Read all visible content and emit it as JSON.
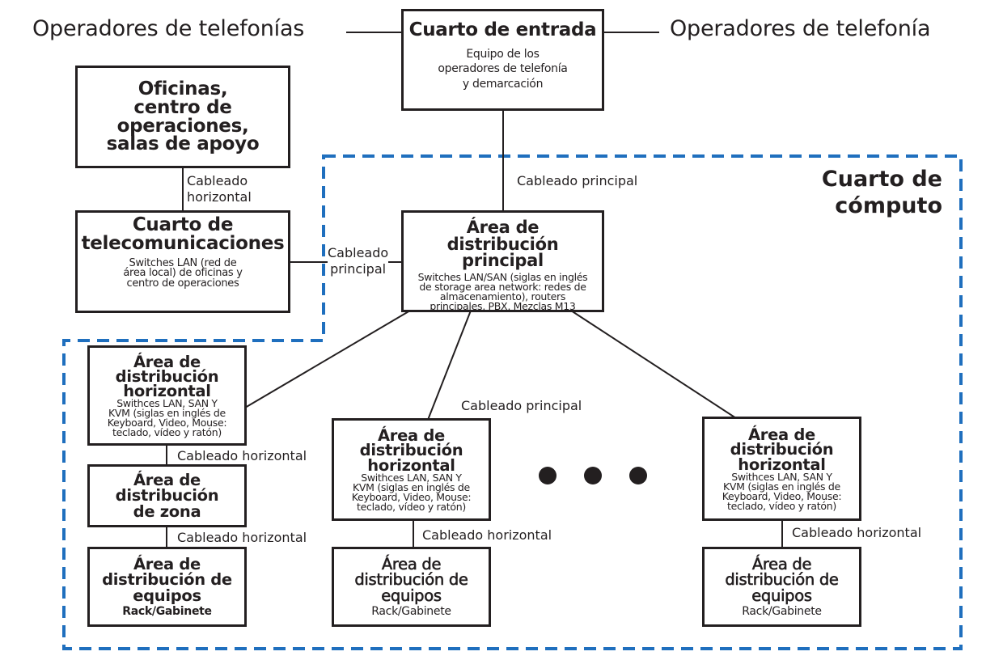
{
  "colors": {
    "line": "#231f20",
    "region_border": "#1f6fbe"
  },
  "outside": {
    "left_operator": "Operadores de telefonías",
    "right_operator": "Operadores de telefonía"
  },
  "region": {
    "title_line1": "Cuarto de",
    "title_line2": "cómputo"
  },
  "nodes": {
    "entrance_room": {
      "title": "Cuarto de entrada",
      "sub": [
        "Equipo de los",
        "operadores de telefonía",
        "y demarcación"
      ]
    },
    "offices": {
      "title": [
        "Oficinas,",
        "centro de",
        "operaciones,",
        "salas de apoyo"
      ]
    },
    "telecom_room": {
      "title": [
        "Cuarto de",
        "telecomunicaciones"
      ],
      "sub": [
        "Switches LAN (red de",
        "área local) de oficinas y",
        "centro de operaciones"
      ]
    },
    "main_distribution": {
      "title": [
        "Área de",
        "distribución principal"
      ],
      "sub": [
        "Switches LAN/SAN (siglas en inglés",
        "de storage area network: redes de",
        "almacenamiento), routers",
        "principales, PBX, Mezclas M13"
      ]
    },
    "hda_left": {
      "title": [
        "Área de",
        "distribución",
        "horizontal"
      ],
      "sub": [
        "Swithces LAN, SAN Y",
        "KVM (siglas en inglés de",
        "Keyboard, Video, Mouse:",
        "teclado, vídeo y ratón)"
      ]
    },
    "hda_center": {
      "title": [
        "Área de",
        "distribución",
        "horizontal"
      ],
      "sub": [
        "Swithces LAN, SAN Y",
        "KVM (siglas en inglés de",
        "Keyboard, Video, Mouse:",
        "teclado, vídeo y ratón)"
      ]
    },
    "hda_right": {
      "title": [
        "Área de",
        "distribución",
        "horizontal"
      ],
      "sub": [
        "Swithces LAN, SAN Y",
        "KVM (siglas en inglés de",
        "Keyboard, Video, Mouse:",
        "teclado, vídeo y ratón)"
      ]
    },
    "zone_distribution": {
      "title": [
        "Área de",
        "distribución",
        "de zona"
      ]
    },
    "eda_left": {
      "title": [
        "Área de",
        "distribución de",
        "equipos"
      ],
      "sub": "Rack/Gabinete"
    },
    "eda_center": {
      "title": [
        "Área de",
        "distribución de",
        "equipos"
      ],
      "sub": "Rack/Gabinete"
    },
    "eda_right": {
      "title": [
        "Área de",
        "distribución de",
        "equipos"
      ],
      "sub": "Rack/Gabinete"
    }
  },
  "edges": {
    "entrance_to_main": "Cableado principal",
    "offices_to_telecom": [
      "Cableado",
      "horizontal"
    ],
    "telecom_to_main": [
      "Cableado",
      "principal"
    ],
    "main_to_hda": "Cableado principal",
    "hda_left_to_zone": "Cableado horizontal",
    "zone_to_eda_left": "Cableado horizontal",
    "hda_center_to_eda": "Cableado horizontal",
    "hda_right_to_eda": "Cableado horizontal"
  },
  "ellipsis_count": 3
}
